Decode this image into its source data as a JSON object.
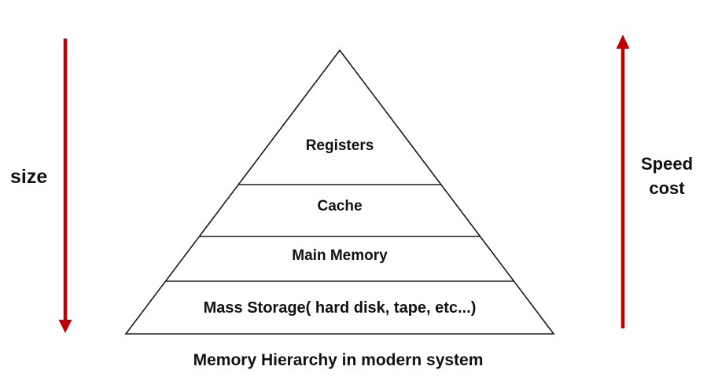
{
  "diagram": {
    "caption": "Memory Hierarchy in modern system",
    "pyramid": {
      "levels": [
        {
          "label": "Registers"
        },
        {
          "label": "Cache"
        },
        {
          "label": "Main Memory"
        },
        {
          "label": "Mass Storage( hard disk, tape, etc...)"
        }
      ]
    },
    "left_axis": {
      "label": "size",
      "arrow_direction": "down",
      "arrow_color": "#c00000"
    },
    "right_axis": {
      "lines": [
        "Speed",
        "cost"
      ],
      "arrow_direction": "up",
      "arrow_color": "#c00000"
    },
    "line_color": "#1a1a1a"
  }
}
